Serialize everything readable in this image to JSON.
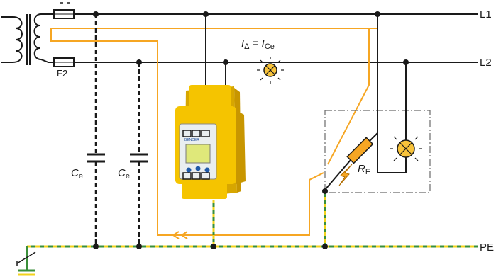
{
  "labels": {
    "l1": "L1",
    "l2": "L2",
    "pe": "PE",
    "f2": "F2",
    "ce_left": {
      "main": "C",
      "sub": "e"
    },
    "ce_right": {
      "main": "C",
      "sub": "e"
    },
    "rf": {
      "main": "R",
      "sub": "F"
    },
    "formula": {
      "i1": "I",
      "delta": "Δ",
      "eq": " = ",
      "i2": "I",
      "ce": "Ce"
    },
    "device_brand": "BENDER"
  },
  "colors": {
    "line": "#1a1a1a",
    "fault_current": "#f6a623",
    "pe_green": "#3a8f3a",
    "pe_yellow": "#f2d21c",
    "device_yellow": "#f5c400",
    "device_shadow": "#d7a600",
    "lamp_fill": "#f8c33a",
    "resistor": "#f6a623"
  }
}
